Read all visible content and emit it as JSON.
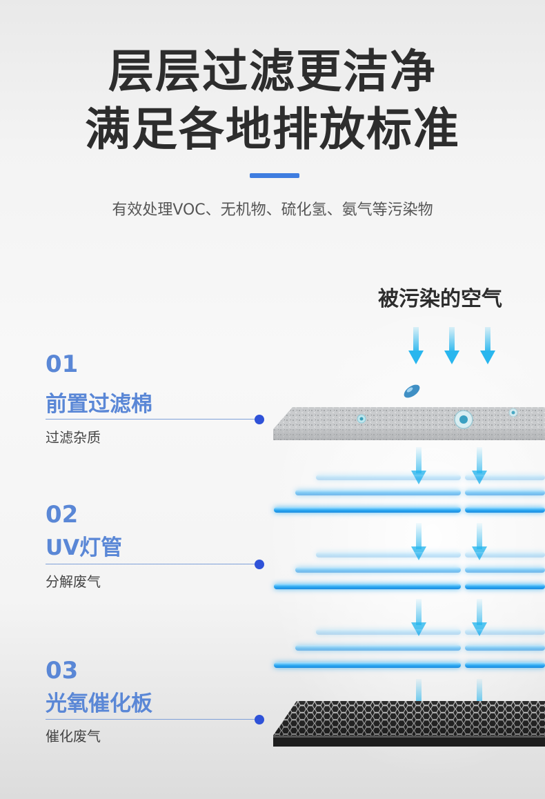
{
  "headline": {
    "line1": "层层过滤更洁净",
    "line2": "满足各地排放标准"
  },
  "subtitle": "有效处理VOC、无机物、硫化氢、氨气等污染物",
  "air_label": "被污染的空气",
  "stages": [
    {
      "number": "01",
      "title": "前置过滤棉",
      "desc": "过滤杂质"
    },
    {
      "number": "02",
      "title": "UV灯管",
      "desc": "分解废气"
    },
    {
      "number": "03",
      "title": "光氧催化板",
      "desc": "催化废气"
    }
  ],
  "colors": {
    "accent_blue": "#3f7de0",
    "stage_blue": "#5a87d6",
    "dot_blue": "#2f52d8",
    "uv_blue": "#29b6ee",
    "headline": "#2d2d2d"
  }
}
